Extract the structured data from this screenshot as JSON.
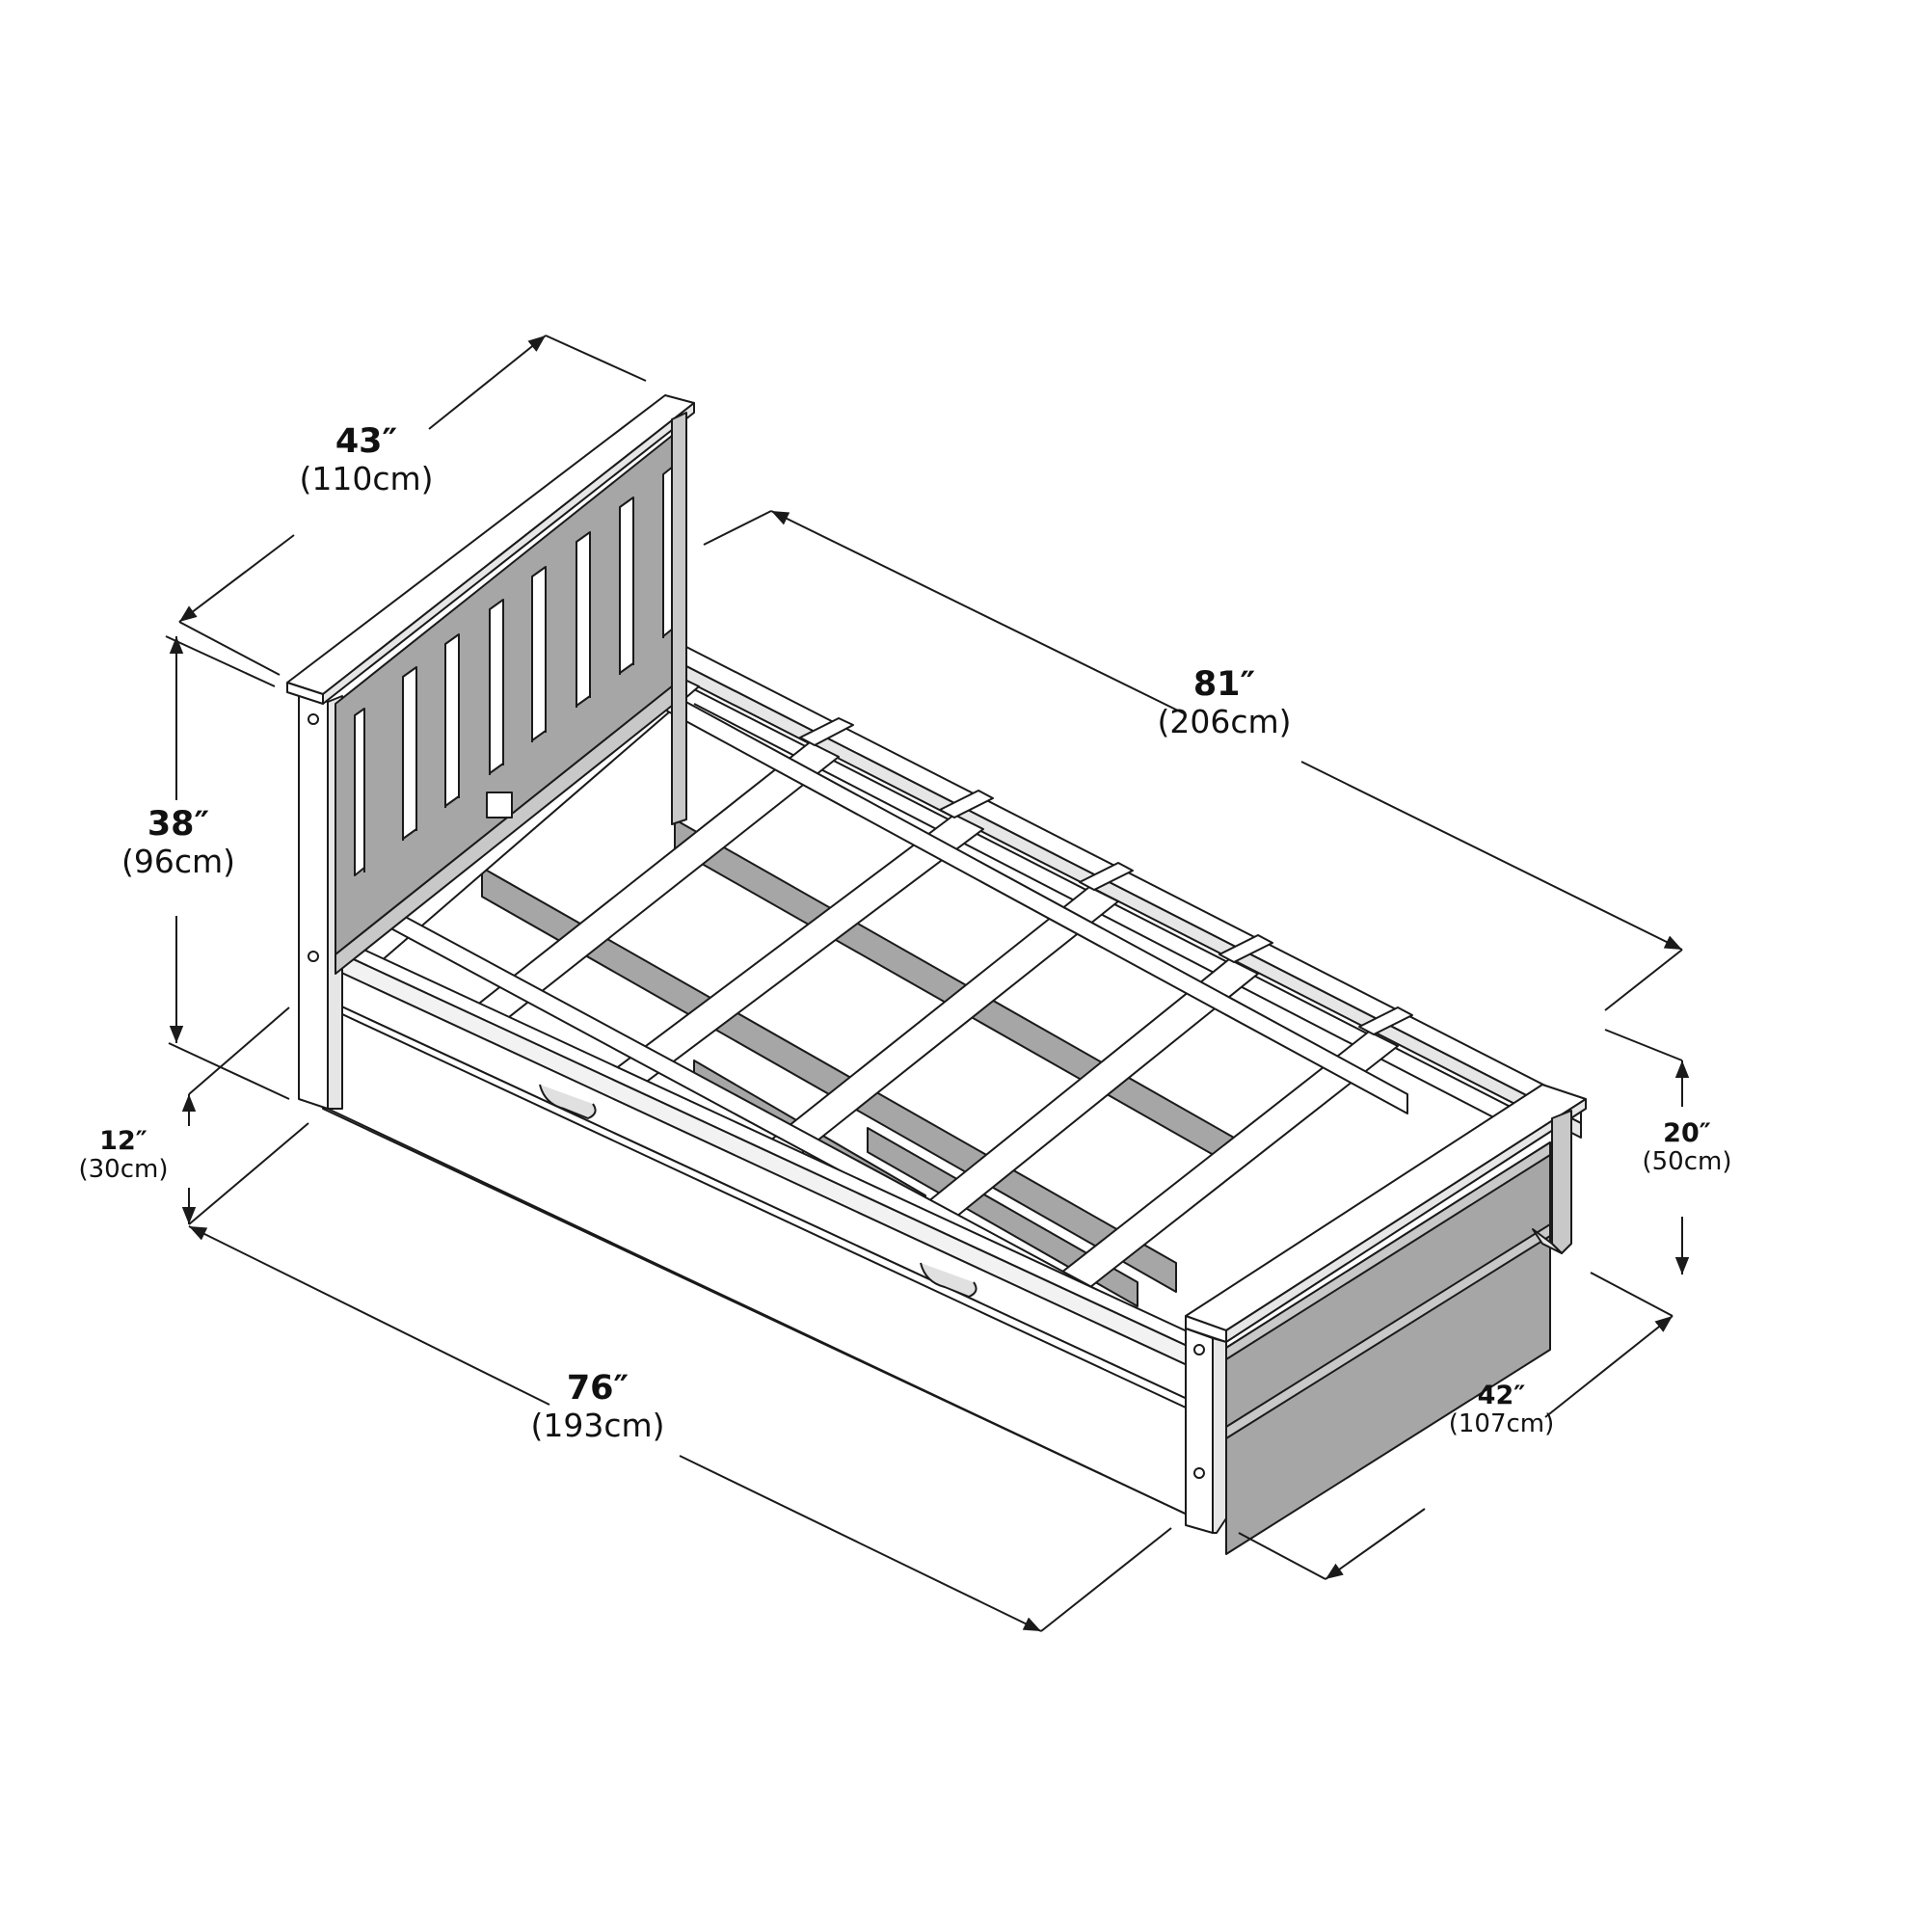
{
  "diagram": {
    "subject": "Twin bed with slatted headboard, panel footboard and trundle drawer",
    "colors": {
      "background": "#ffffff",
      "line": "#1a1a1a",
      "wood_light": "#ffffff",
      "wood_shade": "#a6a6a6",
      "wood_mid": "#c8c8c8"
    },
    "dimensions": {
      "headboard_width": {
        "imperial": "43″",
        "metric": "(110cm)"
      },
      "overall_length": {
        "imperial": "81″",
        "metric": "(206cm)"
      },
      "headboard_height": {
        "imperial": "38″",
        "metric": "(96cm)"
      },
      "trundle_height": {
        "imperial": "12″",
        "metric": "(30cm)"
      },
      "footboard_height": {
        "imperial": "20″",
        "metric": "(50cm)"
      },
      "trundle_length": {
        "imperial": "76″",
        "metric": "(193cm)"
      },
      "footboard_width": {
        "imperial": "42″",
        "metric": "(107cm)"
      }
    }
  }
}
